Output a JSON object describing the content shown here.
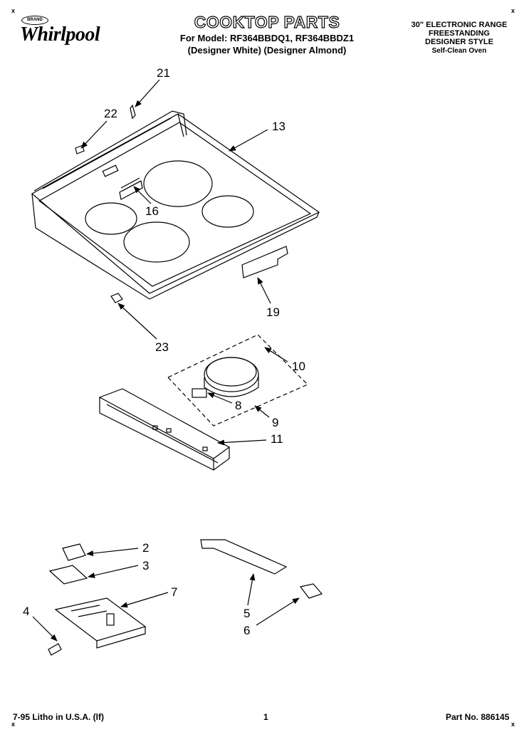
{
  "header": {
    "brand_badge": "BRAND",
    "brand": "Whirlpool",
    "title": "COOKTOP PARTS",
    "model_line": "For Model: RF364BBDQ1, RF364BBDZ1",
    "color_line": "(Designer White)  (Designer Almond)",
    "product_lines": [
      "30\" ELECTRONIC RANGE",
      "FREESTANDING",
      "DESIGNER STYLE",
      "Self-Clean Oven"
    ]
  },
  "corner_marks": [
    "x",
    "x",
    "x",
    "x"
  ],
  "callouts": [
    "21",
    "22",
    "13",
    "16",
    "19",
    "23",
    "10",
    "8",
    "9",
    "11",
    "2",
    "3",
    "7",
    "4",
    "5",
    "6"
  ],
  "footer": {
    "litho": "7-95 Litho in U.S.A. (lf)",
    "page": "1",
    "part_no": "Part No. 886145"
  }
}
